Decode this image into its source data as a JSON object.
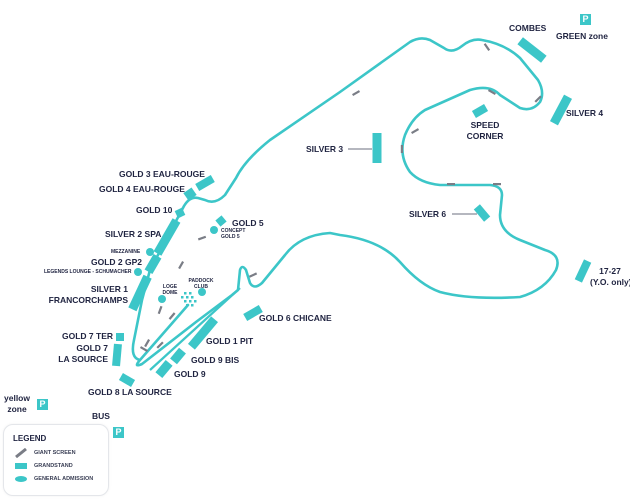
{
  "colors": {
    "track": "#3cc6c8",
    "grandstand": "#3cc6c8",
    "screen": "#7a7d86",
    "text": "#1f2340",
    "parking": "#3cc6c8"
  },
  "grandstands": {
    "combes": "COMBES",
    "silver4": "SILVER 4",
    "speed_corner_1": "SPEED",
    "speed_corner_2": "CORNER",
    "silver3": "SILVER 3",
    "silver6": "SILVER 6",
    "yo_1": "17-27",
    "yo_2": "(Y.O. only)",
    "gold3": "GOLD 3 EAU-ROUGE",
    "gold4": "GOLD 4 EAU-ROUGE",
    "gold10": "GOLD 10",
    "gold5": "GOLD 5",
    "silver2": "SILVER 2 SPA",
    "gold2": "GOLD 2 GP2",
    "silver1_1": "SILVER 1",
    "silver1_2": "FRANCORCHAMPS",
    "gold6": "GOLD 6 CHICANE",
    "gold7ter": "GOLD 7 TER",
    "gold7_1": "GOLD 7",
    "gold7_2": "LA SOURCE",
    "gold1": "GOLD 1 PIT",
    "gold9bis": "GOLD 9 BIS",
    "gold9": "GOLD 9",
    "gold8": "GOLD 8 LA SOURCE"
  },
  "hospitality": {
    "concept_1": "CONCEPT",
    "concept_2": "GOLD 5",
    "mezzanine": "MEZZANINE",
    "legends": "LEGENDS LOUNGE - SCHUMACHER",
    "loge_1": "LOGE",
    "loge_2": "DOME",
    "paddock_1": "PADDOCK",
    "paddock_2": "CLUB"
  },
  "parking": {
    "icon_letter": "P",
    "green": "GREEN zone",
    "yellow_1": "yellow",
    "yellow_2": "zone",
    "bus": "BUS"
  },
  "legend": {
    "title": "LEGEND",
    "items": [
      {
        "icon": "giant-screen-icon",
        "label": "GIANT SCREEN"
      },
      {
        "icon": "grandstand-icon",
        "label": "GRANDSTAND"
      },
      {
        "icon": "general-admission-icon",
        "label": "GENERAL ADMISSION"
      }
    ]
  }
}
